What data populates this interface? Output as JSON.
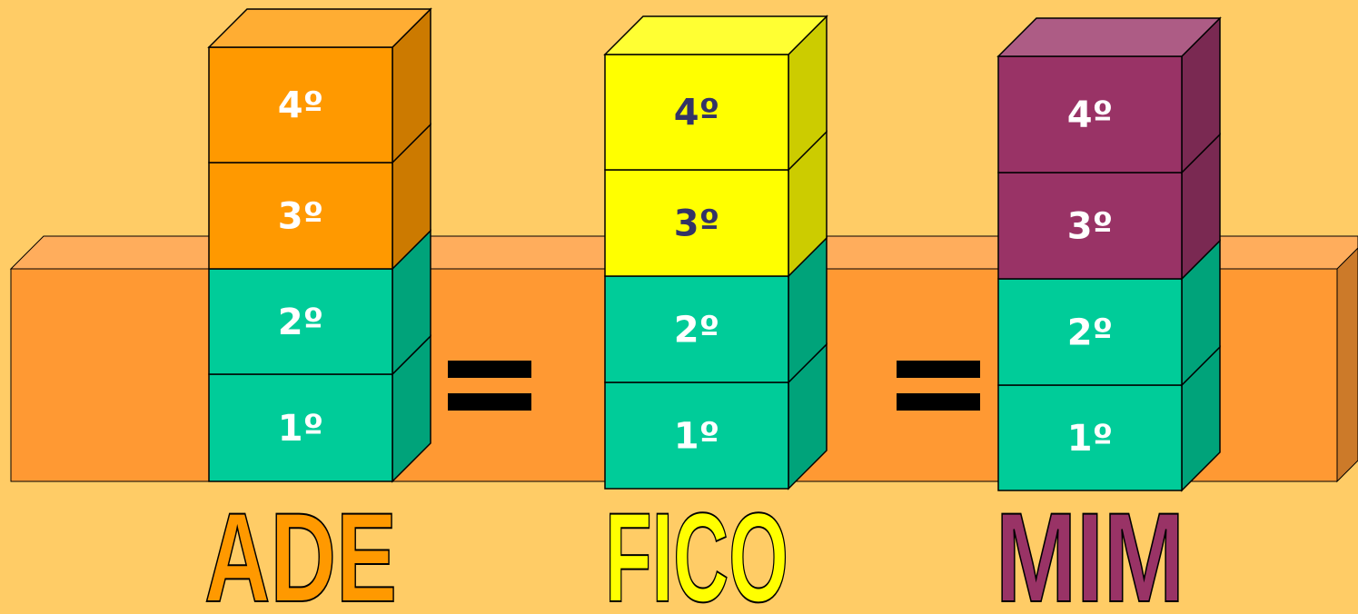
{
  "stacks": [
    {
      "word": "ADE",
      "word_color": "#FF9900",
      "top_block_colors": {
        "front": "#FF9900",
        "top": "#FFAD33",
        "side": "#CC7A00",
        "text": "#FFFFFF"
      },
      "labels": [
        "1º",
        "2º",
        "3º",
        "4º"
      ]
    },
    {
      "word": "FICO",
      "word_color": "#FFFF00",
      "top_block_colors": {
        "front": "#FFFF00",
        "top": "#FFFF33",
        "side": "#CCCC00",
        "text": "#333366"
      },
      "labels": [
        "1º",
        "2º",
        "3º",
        "4º"
      ]
    },
    {
      "word": "MIM",
      "word_color": "#993366",
      "top_block_colors": {
        "front": "#993366",
        "top": "#AD5C85",
        "side": "#7A2952",
        "text": "#FFFFFF"
      },
      "labels": [
        "1º",
        "2º",
        "3º",
        "4º"
      ]
    }
  ],
  "base_block_colors": {
    "front": "#00CC99",
    "side": "#00A37A",
    "text": "#FFFFFF"
  },
  "bar_colors": {
    "front": "#FF9933",
    "top": "#FFAD5C",
    "side": "#CC7A29"
  },
  "equals_signs": [
    "=",
    "="
  ]
}
